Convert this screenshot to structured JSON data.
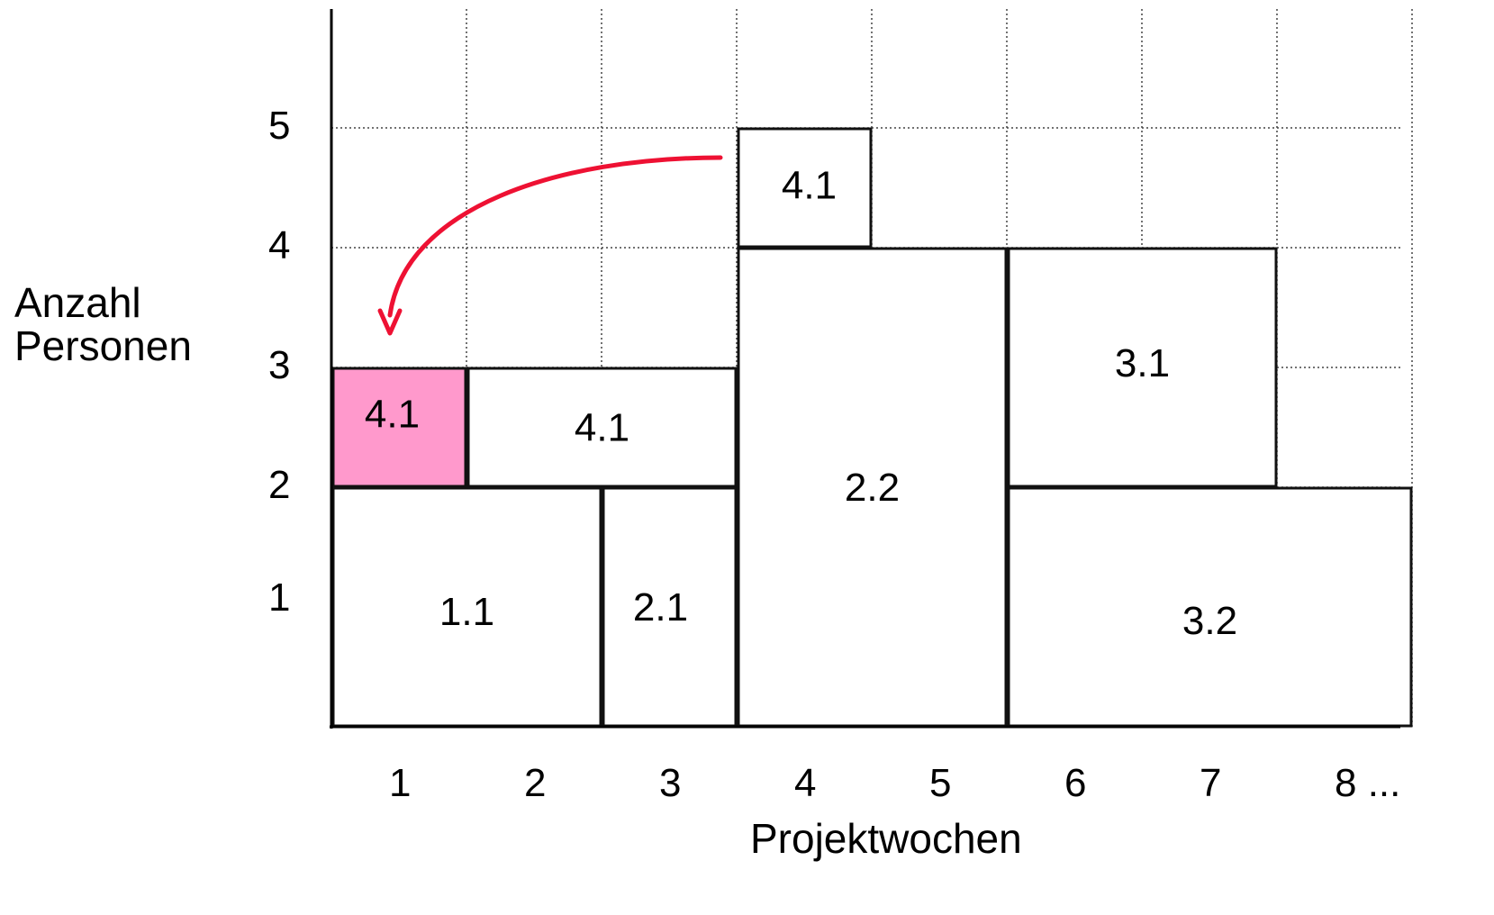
{
  "y_axis": {
    "label_line1": "Anzahl",
    "label_line2": "Personen",
    "ticks": [
      "1",
      "2",
      "3",
      "4",
      "5"
    ]
  },
  "x_axis": {
    "label": "Projektwochen",
    "ticks": [
      "1",
      "2",
      "3",
      "4",
      "5",
      "6",
      "7",
      "8 ..."
    ]
  },
  "blocks": [
    {
      "label": "1.1",
      "week_start": 0,
      "week_end": 2,
      "persons_from": 0,
      "persons_to": 2,
      "fill": "#ffffff"
    },
    {
      "label": "2.1",
      "week_start": 2,
      "week_end": 3,
      "persons_from": 0,
      "persons_to": 2,
      "fill": "#ffffff"
    },
    {
      "label": "4.1",
      "week_start": 0,
      "week_end": 1,
      "persons_from": 2,
      "persons_to": 3,
      "fill": "#ff99cc"
    },
    {
      "label": "4.1",
      "week_start": 1,
      "week_end": 3,
      "persons_from": 2,
      "persons_to": 3,
      "fill": "#ffffff"
    },
    {
      "label": "2.2",
      "week_start": 3,
      "week_end": 5,
      "persons_from": 0,
      "persons_to": 4,
      "fill": "#ffffff"
    },
    {
      "label": "4.1",
      "week_start": 3,
      "week_end": 4,
      "persons_from": 4,
      "persons_to": 5,
      "fill": "#ffffff"
    },
    {
      "label": "3.2",
      "week_start": 5,
      "week_end": 8,
      "persons_from": 0,
      "persons_to": 2,
      "fill": "#ffffff"
    },
    {
      "label": "3.1",
      "week_start": 5,
      "week_end": 7,
      "persons_from": 2,
      "persons_to": 4,
      "fill": "#ffffff"
    }
  ],
  "arrow": {
    "from_block": "4.1 (week 4, persons 4-5)",
    "to_block": "4.1 (week 1, persons 2-3)",
    "color": "#ee1133"
  },
  "colors": {
    "highlight": "#ff99cc",
    "arrow": "#ee1133",
    "grid": "#444444"
  }
}
